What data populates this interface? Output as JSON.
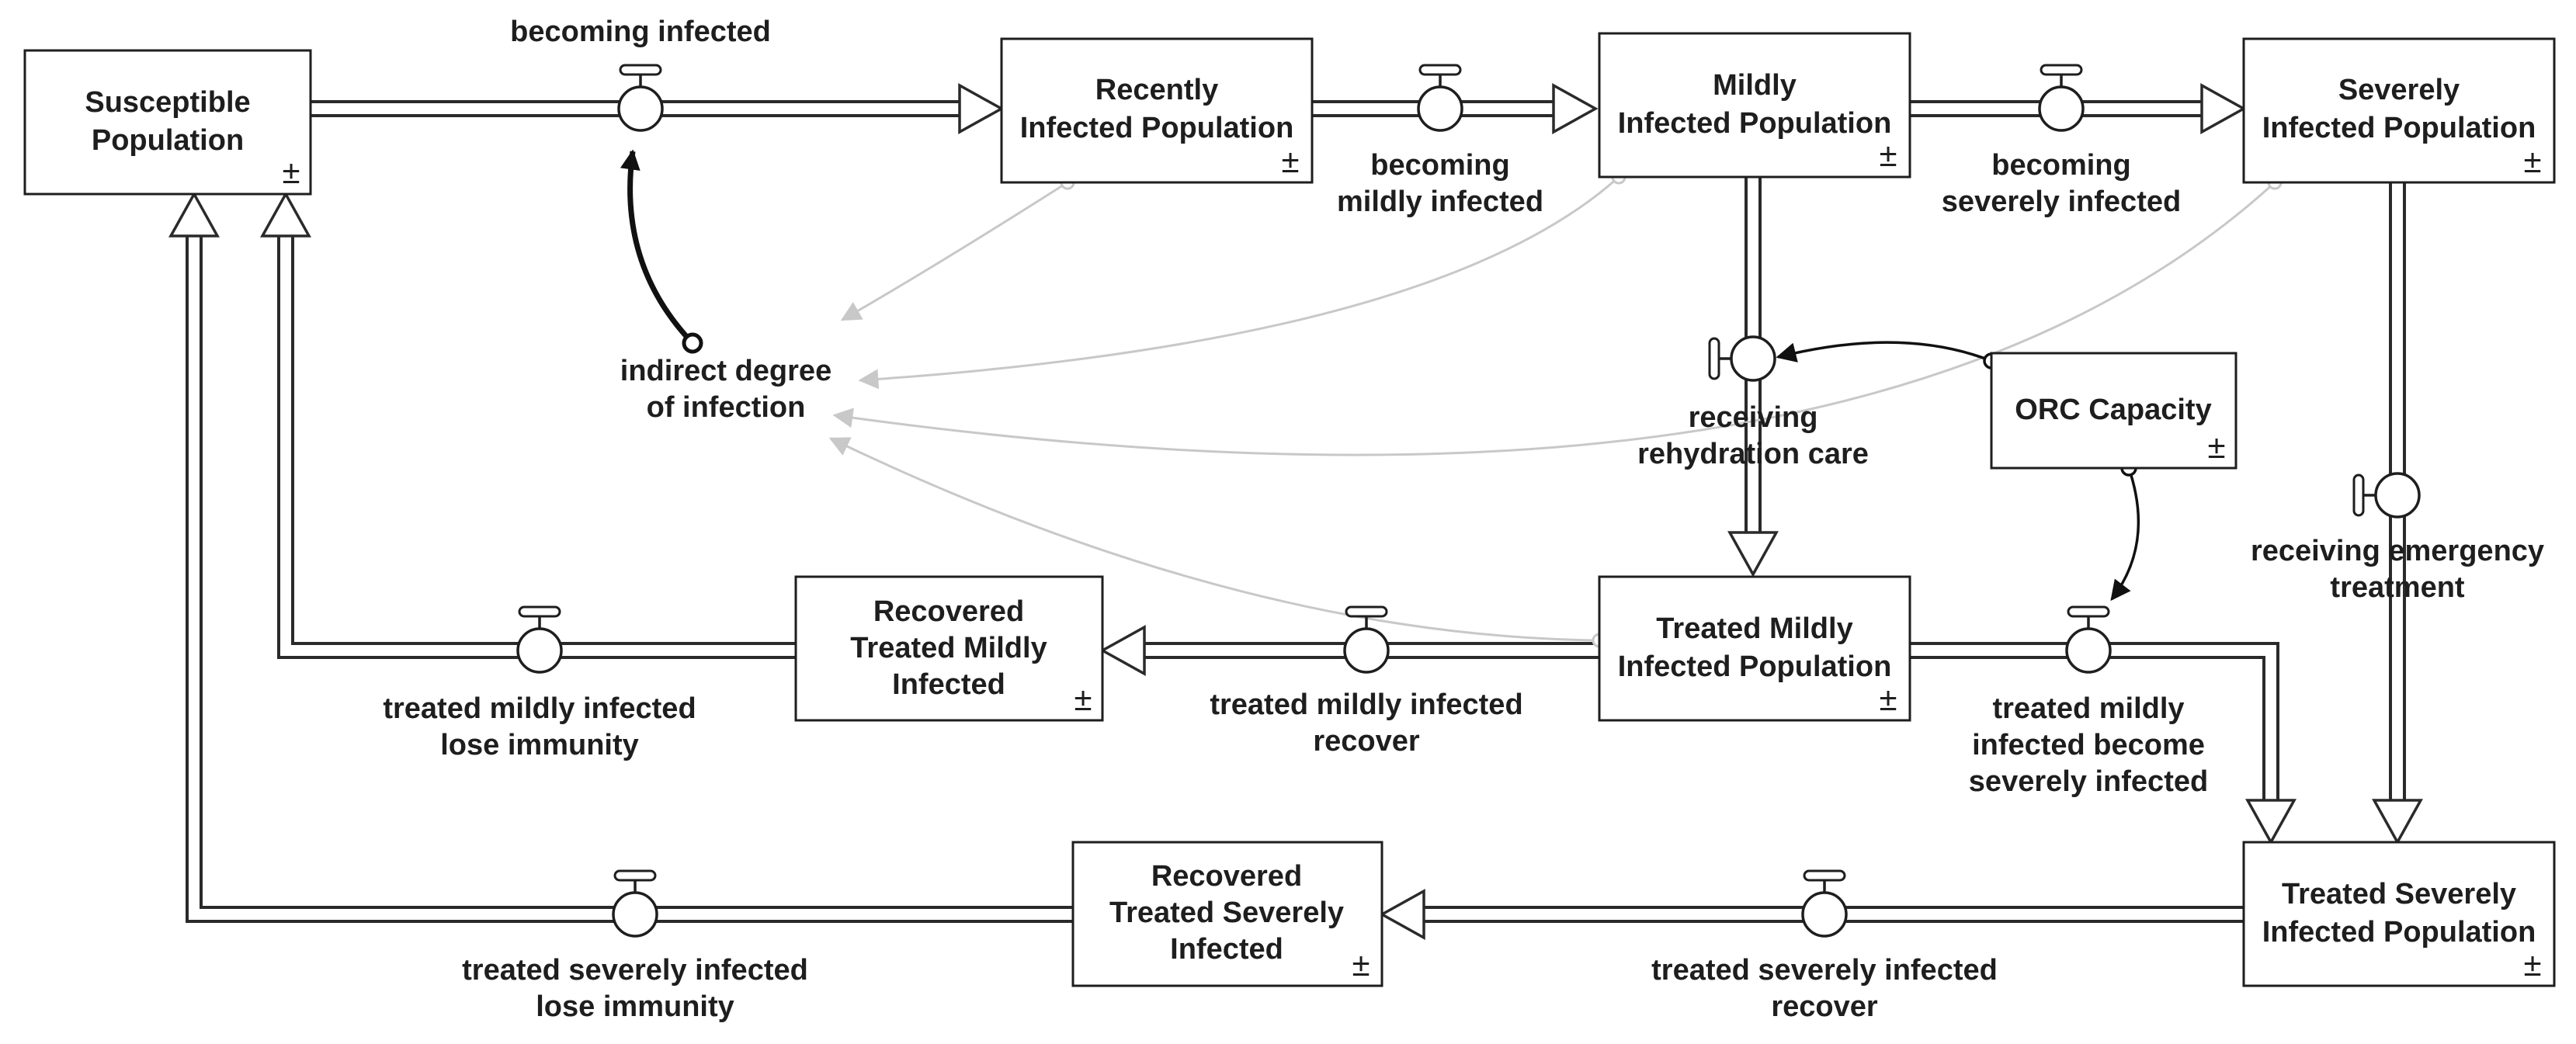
{
  "stocks": {
    "susceptible": {
      "line1": "Susceptible",
      "line2": "Population",
      "pm": "±"
    },
    "recently_infected": {
      "line1": "Recently",
      "line2": "Infected Population",
      "pm": "±"
    },
    "mildly_infected": {
      "line1": "Mildly",
      "line2": "Infected Population",
      "pm": "±"
    },
    "severely_infected": {
      "line1": "Severely",
      "line2": "Infected Population",
      "pm": "±"
    },
    "orc_capacity": {
      "line1": "ORC Capacity",
      "pm": "±"
    },
    "recovered_treated_mildly": {
      "line1": "Recovered",
      "line2": "Treated Mildly",
      "line3": "Infected",
      "pm": "±"
    },
    "treated_mildly": {
      "line1": "Treated Mildly",
      "line2": "Infected Population",
      "pm": "±"
    },
    "recovered_treated_severely": {
      "line1": "Recovered",
      "line2": "Treated Severely",
      "line3": "Infected",
      "pm": "±"
    },
    "treated_severely": {
      "line1": "Treated Severely",
      "line2": "Infected Population",
      "pm": "±"
    }
  },
  "flows": {
    "becoming_infected": {
      "line1": "becoming infected"
    },
    "becoming_mildly_infected": {
      "line1": "becoming",
      "line2": "mildly infected"
    },
    "becoming_severely_infected": {
      "line1": "becoming",
      "line2": "severely infected"
    },
    "receiving_rehydration_care": {
      "line1": "receiving",
      "line2": "rehydration care"
    },
    "receiving_emergency_treatment": {
      "line1": "receiving emergency",
      "line2": "treatment"
    },
    "treated_mildly_lose_immunity": {
      "line1": "treated mildly infected",
      "line2": "lose immunity"
    },
    "treated_mildly_recover": {
      "line1": "treated mildly infected",
      "line2": "recover"
    },
    "treated_mildly_become_severe": {
      "line1": "treated mildly",
      "line2": "infected become",
      "line3": "severely infected"
    },
    "treated_severely_lose_immunity": {
      "line1": "treated severely infected",
      "line2": "lose immunity"
    },
    "treated_severely_recover": {
      "line1": "treated severely infected",
      "line2": "recover"
    }
  },
  "auxiliaries": {
    "indirect_degree": {
      "line1": "indirect degree",
      "line2": "of infection"
    }
  },
  "colors": {
    "stroke": "#1e1e1e",
    "info_link": "#c8c8c8",
    "causal_link": "#111111",
    "background": "#ffffff"
  }
}
